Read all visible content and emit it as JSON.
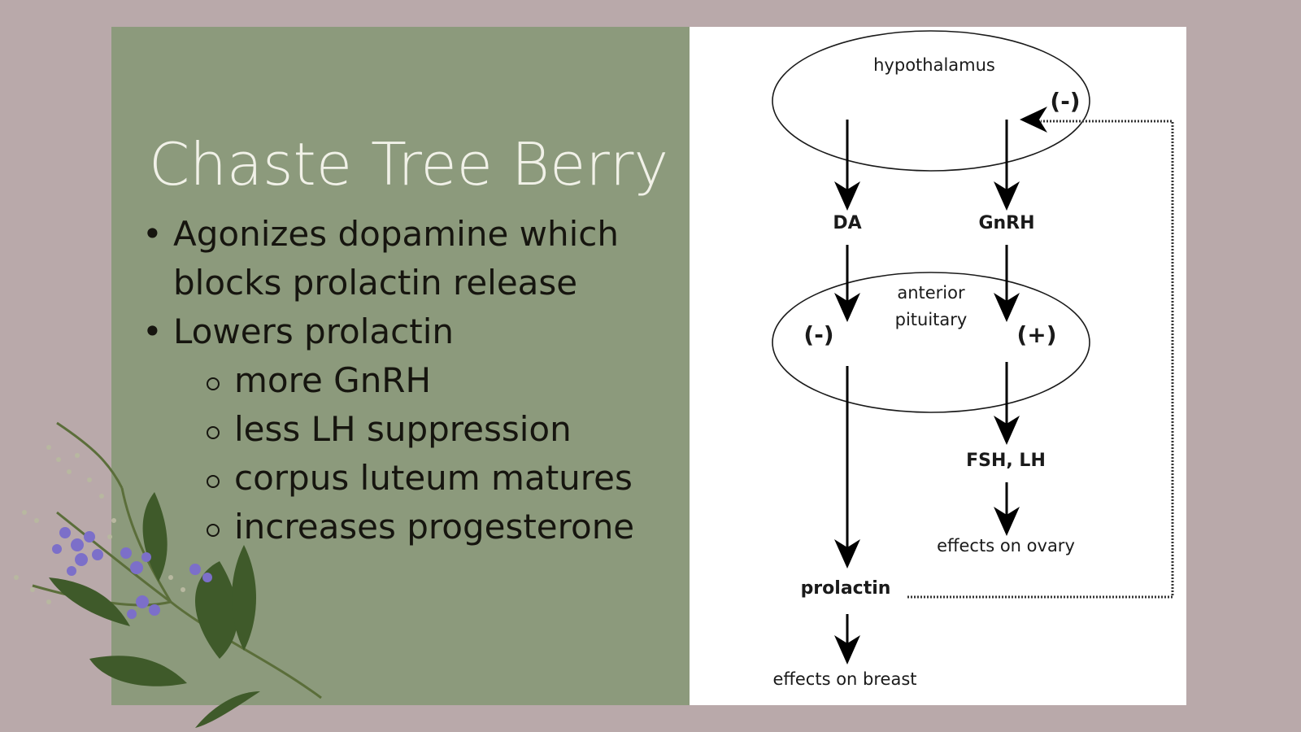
{
  "slide": {
    "title": "Chaste Tree Berry",
    "bullets": [
      {
        "text": "Agonizes dopamine which blocks prolactin release",
        "line1": "Agonizes dopamine which",
        "line2": "blocks prolactin release"
      },
      {
        "text": "Lowers prolactin",
        "sub": [
          "more GnRH",
          "less LH suppression",
          "corpus luteum matures",
          "increases progesterone"
        ]
      }
    ],
    "colors": {
      "background": "#b9a9aa",
      "left_panel": "#8c9a7c",
      "right_panel": "#ffffff",
      "title": "#f1f1e8"
    }
  },
  "diagram": {
    "hypothalamus": "hypothalamus",
    "anterior_pituitary_line1": "anterior",
    "anterior_pituitary_line2": "pituitary",
    "da": "DA",
    "gnrh": "GnRH",
    "neg_pituitary": "(-)",
    "pos_pituitary": "(+)",
    "neg_feedback": "(-)",
    "fsh_lh": "FSH, LH",
    "effects_ovary": "effects on ovary",
    "prolactin": "prolactin",
    "effects_breast": "effects on breast"
  }
}
